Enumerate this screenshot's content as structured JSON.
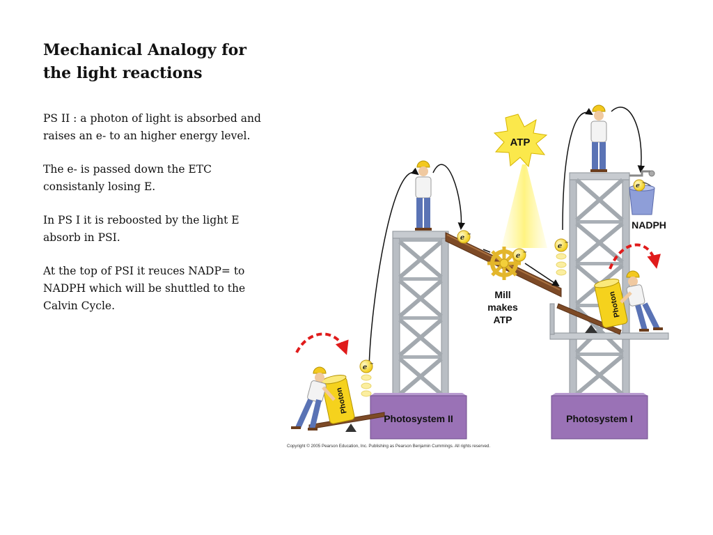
{
  "slide": {
    "title_lines": [
      "Mechanical Analogy for",
      "the light reactions"
    ],
    "paragraphs": [
      "PS II : a photon of light is absorbed and raises an e- to  an higher energy level.",
      "The e- is passed down the ETC consistanly losing E.",
      "In PS I it is reboosted by the light E absorb in PSI.",
      "At the top of PSI it reuces NADP= to NADPH which will be shuttled to the Calvin Cycle."
    ]
  },
  "figure": {
    "atp_burst": "ATP",
    "mill_lines": [
      "Mill",
      "makes",
      "ATP"
    ],
    "nadph": "NADPH",
    "photosystem_2": "Photosystem II",
    "photosystem_1": "Photosystem I",
    "photon": "Photon",
    "electron": "e",
    "electron_sup": "−",
    "copyright": "Copyright © 2005 Pearson Education, Inc. Publishing as Pearson Benjamin Cummings. All rights reserved.",
    "colors": {
      "tower_steel": "#b9bec4",
      "photosystem_purple": "#9a72b6",
      "photon_yellow": "#f5d21d",
      "electron_yellow": "#f7df35",
      "arrow_red": "#e01b1b",
      "ramp_brown": "#7d4a26"
    }
  }
}
